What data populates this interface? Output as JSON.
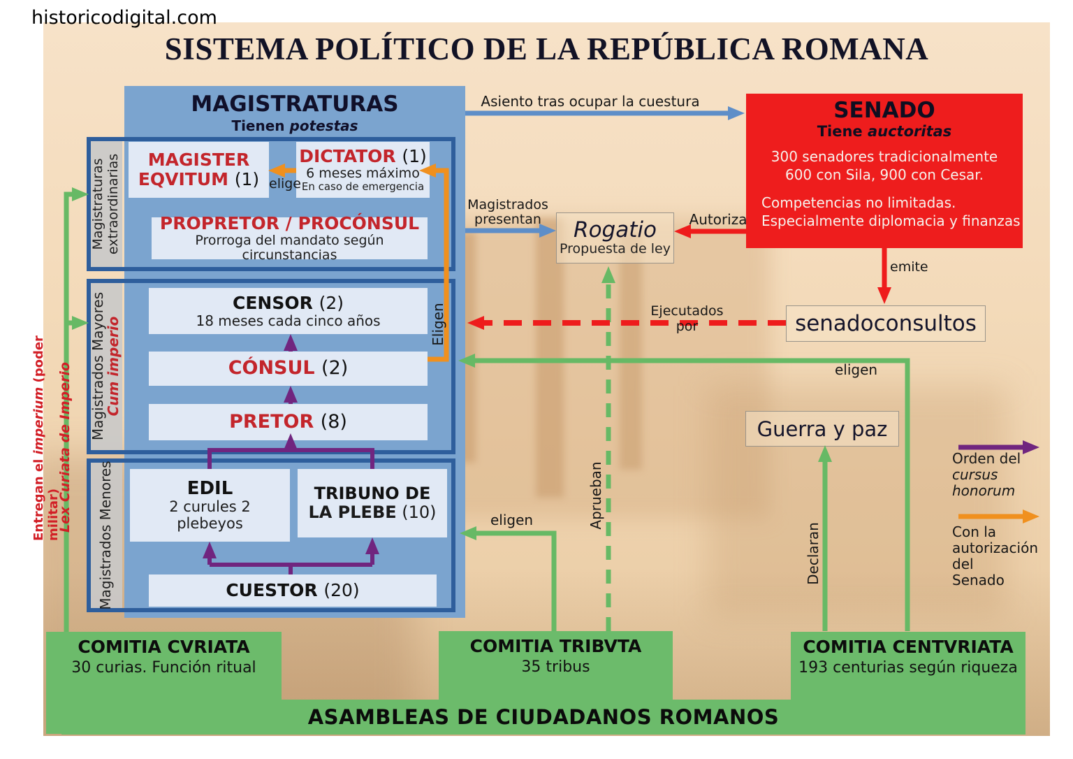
{
  "watermark": "historicodigital.com",
  "title": "SISTEMA POLÍTICO DE LA REPÚBLICA ROMANA",
  "magistraturas": {
    "heading": "MAGISTRATURAS",
    "subtitle_prefix": "Tienen",
    "subtitle_italic": "potestas",
    "extraordinarias": {
      "strip_line1": "Magistraturas",
      "strip_line2": "extraordinarias",
      "magister_name_line1": "MAGISTER",
      "magister_name_line2": "EQVITUM",
      "magister_count": "(1)",
      "elige_label": "elige",
      "dictator_name": "DICTATOR",
      "dictator_count": "(1)",
      "dictator_desc1": "6 meses máximo",
      "dictator_desc2": "En caso de emergencia",
      "propretor_name": "PROPRETOR / PROCÓNSUL",
      "propretor_desc": "Prorroga del mandato según circunstancias"
    },
    "mayores": {
      "strip_label": "Magistrados Mayores",
      "strip_sublabel": "Cum imperio",
      "censor_name": "CENSOR",
      "censor_count": "(2)",
      "censor_desc": "18 meses cada cinco años",
      "consul_name": "CÓNSUL",
      "consul_count": "(2)",
      "pretor_name": "PRETOR",
      "pretor_count": "(8)"
    },
    "menores": {
      "strip_label": "Magistrados Menores",
      "edil_name": "EDIL",
      "edil_desc": "2 curules 2\nplebeyos",
      "tribuno_line1": "TRIBUNO DE",
      "tribuno_line2": "LA PLEBE",
      "tribuno_count": "(10)",
      "cuestor_name": "CUESTOR",
      "cuestor_count": "(20)"
    }
  },
  "senado": {
    "heading": "SENADO",
    "subtitle_prefix": "Tiene",
    "subtitle_italic": "auctoritas",
    "body_line1": "300 senadores tradicionalmente",
    "body_line2": "600 con Sila, 900 con Cesar.",
    "body_line3": "Competencias no limitadas.",
    "body_line4": "Especialmente diplomacia y finanzas"
  },
  "rogatio": {
    "name": "Rogatio",
    "desc": "Propuesta de ley"
  },
  "senadoconsultos_label": "senadoconsultos",
  "guerra_label": "Guerra y paz",
  "labels": {
    "asiento": "Asiento tras ocupar la cuestura",
    "magistrados_presentan": "Magistrados\npresentan",
    "autoriza": "Autoriza",
    "emite": "emite",
    "ejecutados_por": "Ejecutados por",
    "eligen_vertical": "Eligen",
    "eligen_tribvta": "eligen",
    "eligen_centvriata": "eligen",
    "aprueban": "Aprueban",
    "declaran": "Declaran",
    "entregan_prefix": "Entregan el ",
    "entregan_italic": "imperium",
    "entregan_suffix": " (poder militar)",
    "lex_curiata": "Lex Curiata de Imperio"
  },
  "legend": {
    "purple_line1": "Orden del",
    "purple_line2": "cursus honorum",
    "orange_text": "Con la\nautorización del\nSenado"
  },
  "comitia": {
    "curiata_name": "COMITIA CVRIATA",
    "curiata_desc": "30 curias. Función ritual",
    "tribvta_name": "COMITIA TRIBVTA",
    "tribvta_desc": "35 tribus",
    "centvriata_name": "COMITIA CENTVRIATA",
    "centvriata_desc": "193 centurias según riqueza",
    "banner": "ASAMBLEAS DE CIUDADANOS ROMANOS"
  },
  "colors": {
    "senate_red": "#ee1d1d",
    "assembly_green": "#6cbb6b",
    "magistrate_blue": "#7ba4cf",
    "box_border_blue": "#2e5e9c",
    "cursus_purple": "#70257f",
    "senate_auth_orange": "#f0901e",
    "link_blue": "#5e8ec8",
    "magistrate_name_red": "#c3252b"
  }
}
